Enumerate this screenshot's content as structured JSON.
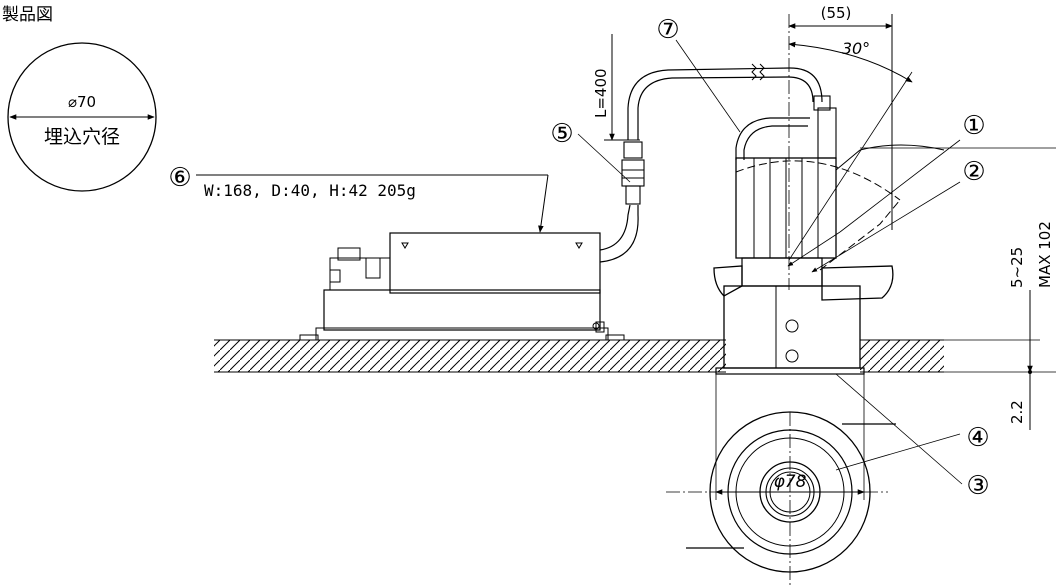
{
  "title": "製品図",
  "hole": {
    "diameter": "⌀70",
    "label": "埋込穴径"
  },
  "spec": "W:168, D:40, H:42  205g",
  "dims": {
    "offset": "(55)",
    "angle": "30°",
    "cord_length": "L=400",
    "range": "5~25",
    "max_height": "MAX 102",
    "flange_diameter": "φ78",
    "flange_thickness": "2.2"
  },
  "callouts": [
    "①",
    "②",
    "③",
    "④",
    "⑤",
    "⑥",
    "⑦"
  ],
  "colors": {
    "line": "#000000",
    "background": "#ffffff"
  }
}
